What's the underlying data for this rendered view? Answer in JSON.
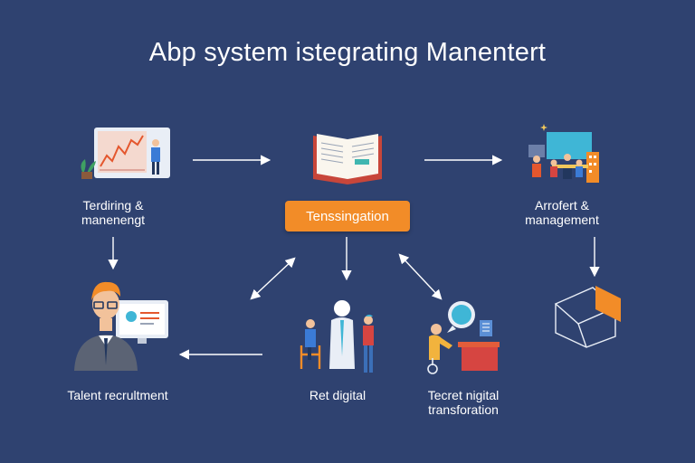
{
  "diagram": {
    "title": "Abp system istegrating Manentert",
    "nodes": [
      {
        "id": "top-left",
        "label_line1": "Terdiring &",
        "label_line2": "manenengt",
        "icon": "presentation-chart-icon"
      },
      {
        "id": "top-center",
        "label": "",
        "icon": "open-book-icon"
      },
      {
        "id": "top-right",
        "label_line1": "Arrofert &",
        "label_line2": "management",
        "icon": "team-meeting-icon"
      },
      {
        "id": "center",
        "label": "Tenssingation"
      },
      {
        "id": "bottom-left",
        "label": "Talent recrultment",
        "icon": "recruiter-at-monitor-icon"
      },
      {
        "id": "bottom-center",
        "label": "Ret digital",
        "icon": "team-people-icon"
      },
      {
        "id": "bottom-right",
        "label_line1": "Tecret nigital",
        "label_line2": "transforation",
        "icon": "person-at-desk-chat-icon"
      },
      {
        "id": "right-cube",
        "label": "",
        "icon": "cube-box-icon"
      }
    ],
    "colors": {
      "background": "#2f4270",
      "accent": "#f28c28",
      "arrow": "#ffffff"
    }
  }
}
